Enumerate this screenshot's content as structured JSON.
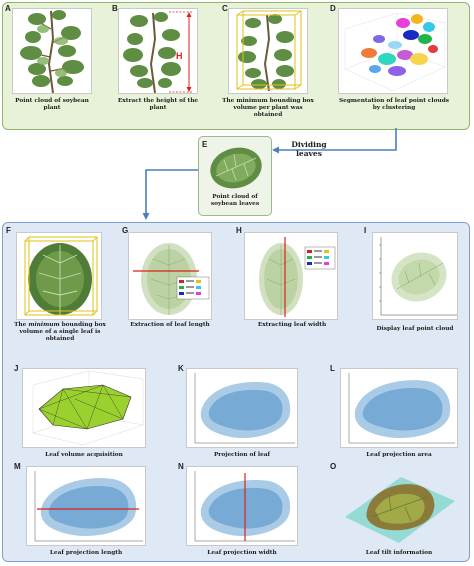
{
  "top_panels": {
    "A": {
      "letter": "A",
      "caption": "Point cloud of soybean plant"
    },
    "B": {
      "letter": "B",
      "caption": "Extract the height of the plant",
      "height_marker": "H"
    },
    "C": {
      "letter": "C",
      "caption": "The minimum bounding box volume per plant was obtained"
    },
    "D": {
      "letter": "D",
      "caption": "Segmentation of leaf point clouds by clustering"
    }
  },
  "middle": {
    "E": {
      "letter": "E",
      "caption": "Point cloud of soybean leaves"
    },
    "arrow_label": "Dividing leaves"
  },
  "bottom_panels": {
    "F": {
      "letter": "F",
      "caption_1": "The minimum",
      "caption_2": "bounding box volume of a single leaf is obtained"
    },
    "G": {
      "letter": "G",
      "caption": "Extraction of leaf length"
    },
    "H": {
      "letter": "H",
      "caption": "Extracting leaf width"
    },
    "I": {
      "letter": "I",
      "caption": "Display leaf point cloud"
    },
    "J": {
      "letter": "J",
      "caption": "Leaf volume acquisition"
    },
    "K": {
      "letter": "K",
      "caption": "Projection of leaf"
    },
    "L": {
      "letter": "L",
      "caption": "Leaf projection area"
    },
    "M": {
      "letter": "M",
      "caption": "Leaf projection length"
    },
    "N": {
      "letter": "N",
      "caption": "Leaf projection width"
    },
    "O": {
      "letter": "O",
      "caption": "Leaf tilt information"
    }
  },
  "colors": {
    "green_panel_bg": "#e7f2d9",
    "green_panel_border": "#8fb46a",
    "blue_panel_bg": "#dfe9f6",
    "blue_panel_border": "#7ea2cc",
    "arrow": "#4d7fbf",
    "measure_line": "#d9221c",
    "bbox": "#e2c21a",
    "leaf": "#6c9a4a",
    "projection": "#4f8fc6",
    "mesh": "#9bd12e"
  }
}
